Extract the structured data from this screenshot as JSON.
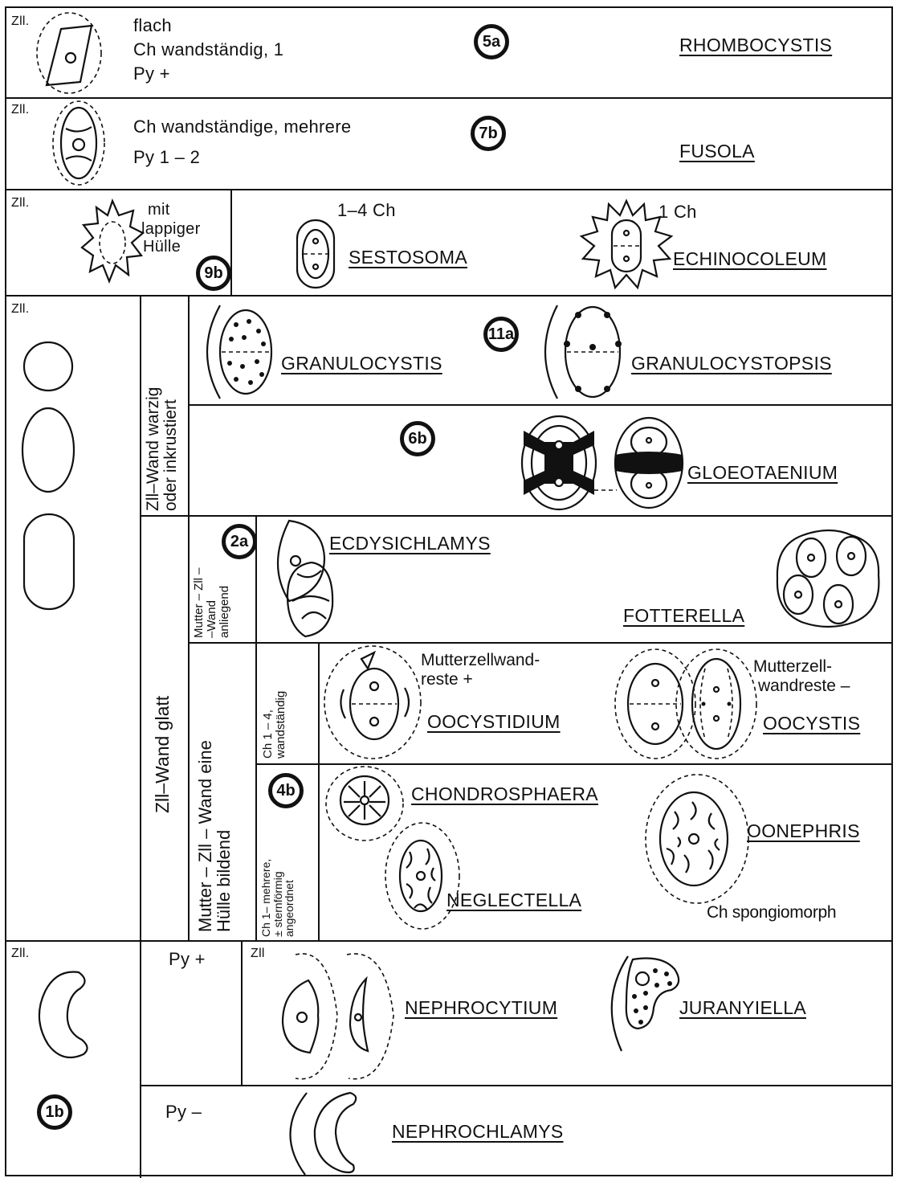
{
  "rows": {
    "rhombocystis": {
      "zll": "Zll.",
      "text": [
        "flach",
        "Ch  wandständig, 1",
        "Py +"
      ],
      "badge": "5a",
      "genus": "RHOMBOCYSTIS"
    },
    "fusola": {
      "zll": "Zll.",
      "text": [
        "Ch  wandständige, mehrere",
        "Py 1 – 2"
      ],
      "badge": "7b",
      "genus": "FUSOLA"
    },
    "lobed": {
      "zll": "Zll.",
      "text": [
        "mit",
        "lappiger",
        "Hülle"
      ],
      "badge": "9b",
      "sesto_ch": "1–4 Ch",
      "sesto_genus": "SESTOSOMA",
      "echino_ch": "1 Ch",
      "echino_genus": "ECHINOCOLEUM"
    },
    "main": {
      "zll": "Zll.",
      "warzig_label": [
        "Zll–Wand warzig",
        "oder inkrustiert"
      ],
      "badge_11a": "11a",
      "granulocystis": "GRANULOCYSTIS",
      "granulocystopsis": "GRANULOCYSTOPSIS",
      "badge_6b": "6b",
      "gloeotaenium": "GLOEOTAENIUM",
      "glatt_label": "Zll–Wand glatt",
      "mutter_anliegend": [
        "Mutter – Zll –",
        "–Wand",
        "anliegend"
      ],
      "badge_2a": "2a",
      "ecdysichlamys": "ECDYSICHLAMYS",
      "fotterella": "FOTTERELLA",
      "huelle_label": [
        "Mutter – Zll – Wand eine",
        "Hülle bildend"
      ],
      "ch14_label": [
        "Ch 1 – 4,",
        "wandständig"
      ],
      "mzw_plus": [
        "Mutterzellwand-",
        "reste +"
      ],
      "oocystidium": "OOCYSTIDIUM",
      "mzw_minus": [
        "Mutterzell-",
        "wandreste –"
      ],
      "oocystis": "OOCYSTIS",
      "badge_4b": "4b",
      "chmehrere_label": [
        "Ch 1– mehrere,",
        "± sternförmig",
        "angeordnet"
      ],
      "chondrosphaera": "CHONDROSPHAERA",
      "oonephris": "OONEPHRIS",
      "neglectella": "NEGLECTELLA",
      "ch_spongio": "Ch spongiomorph"
    },
    "bottom": {
      "zll": "Zll.",
      "badge": "1b",
      "py_plus": "Py +",
      "zll_inner": "Zll",
      "nephrocytium": "NEPHROCYTIUM",
      "juranyiella": "JURANYIELLA",
      "py_minus": "Py –",
      "nephrochlamys": "NEPHROCHLAMYS"
    }
  }
}
